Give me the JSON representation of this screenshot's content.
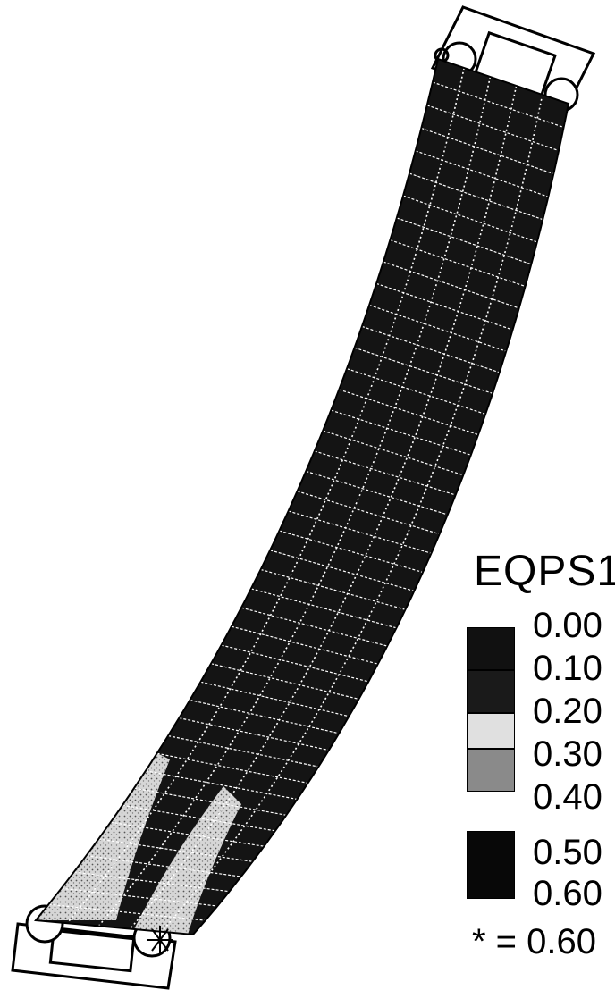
{
  "legend": {
    "title": "EQPS1",
    "levels": [
      "0.00",
      "0.10",
      "0.20",
      "0.30",
      "0.40",
      "0.50",
      "0.60"
    ],
    "swatch_colors": [
      "#111111",
      "#1a1a1a",
      "#222222",
      "#d9d9d9",
      "#8a8a8a",
      "#080808"
    ],
    "note": "* = 0.60"
  },
  "colors": {
    "plate": "#141414",
    "mesh_lines": "#ffffff",
    "highlight_zone": "#cfcfcf",
    "outline": "#000000"
  }
}
